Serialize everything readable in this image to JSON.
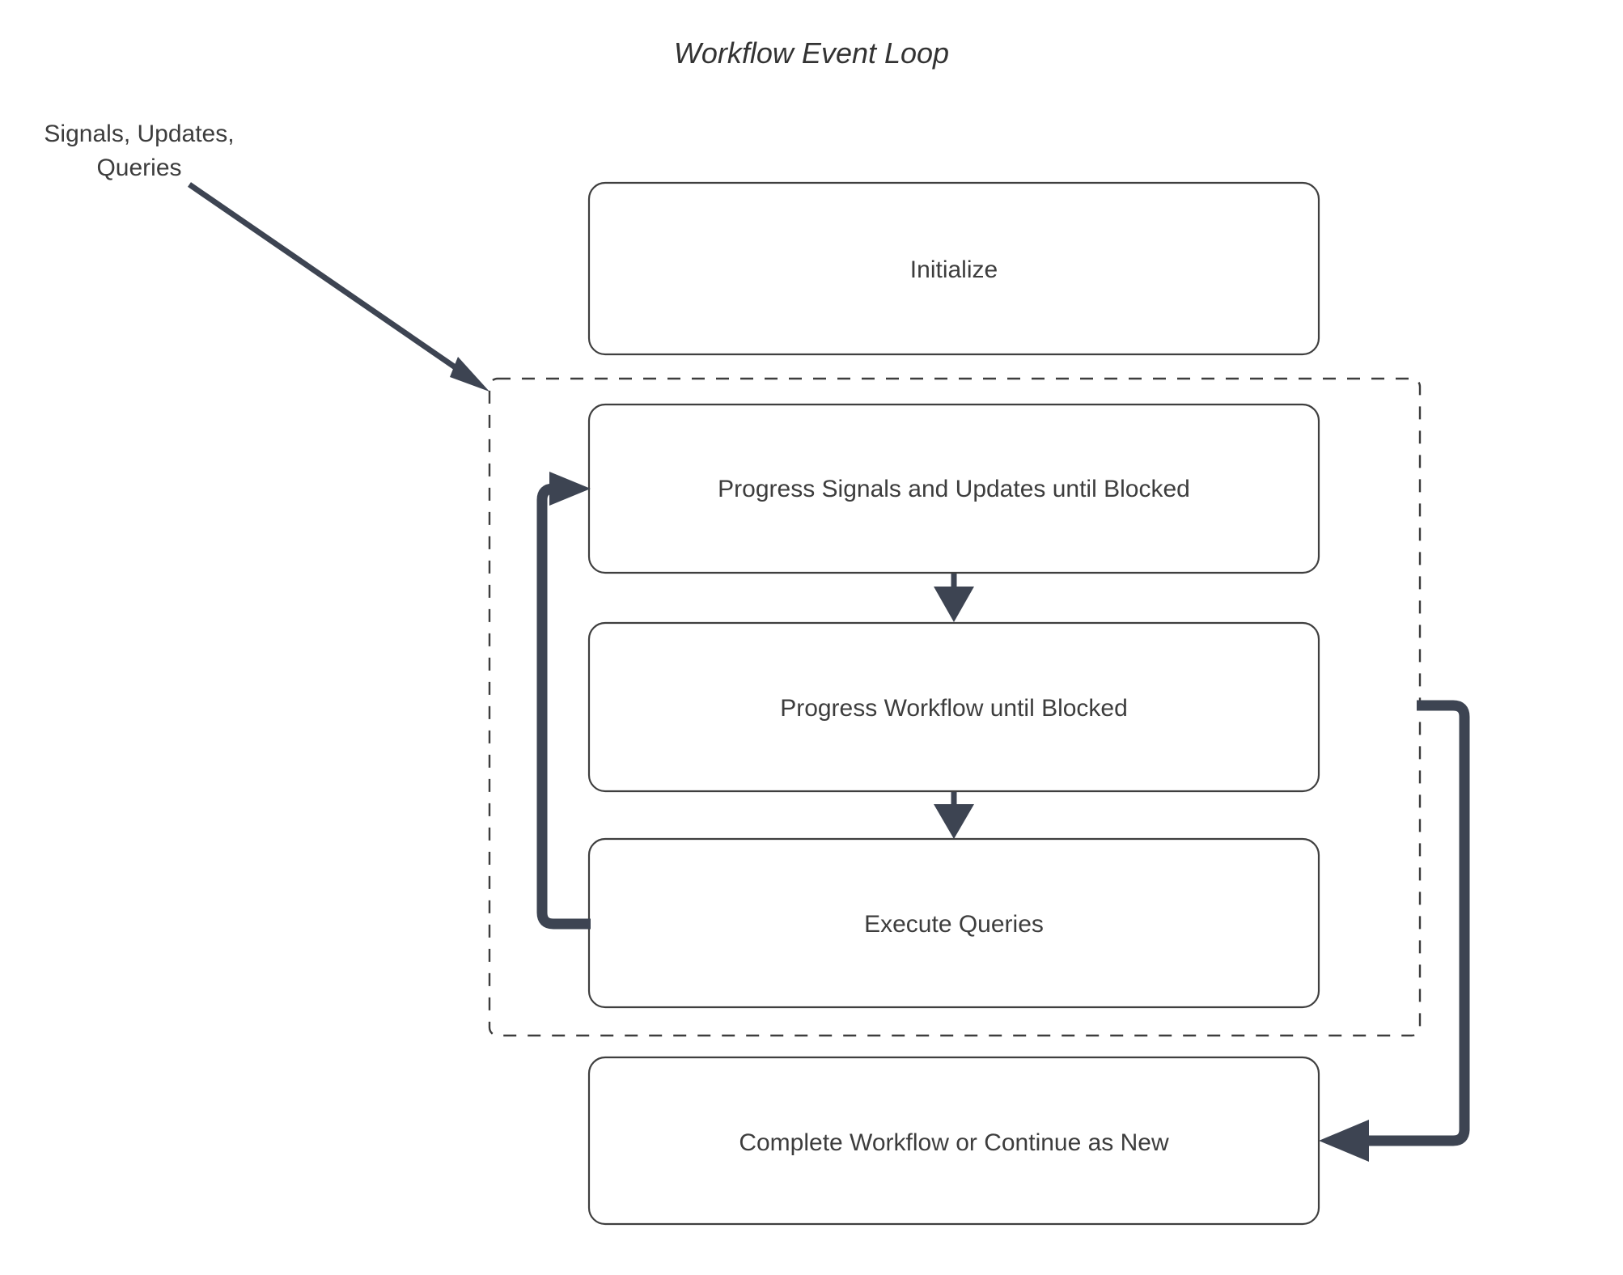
{
  "diagram": {
    "title": "Workflow Event Loop",
    "type": "flowchart",
    "background_color": "#ffffff",
    "stroke_color": "#3d4452",
    "node_border_color": "#3f3f3f",
    "text_color": "#3d3d3d",
    "nodes": [
      {
        "id": "initialize",
        "label": "Initialize"
      },
      {
        "id": "progress-signals",
        "label": "Progress Signals and Updates until Blocked"
      },
      {
        "id": "progress-workflow",
        "label": "Progress Workflow until Blocked"
      },
      {
        "id": "execute-queries",
        "label": "Execute Queries"
      },
      {
        "id": "complete-workflow",
        "label": "Complete Workflow or Continue as New"
      }
    ],
    "groups": [
      {
        "id": "event-loop-group",
        "label": "",
        "style": "dashed"
      }
    ],
    "edge_labels": [
      {
        "id": "inbound-signals",
        "line1": "Signals, Updates,",
        "line2": "Queries"
      }
    ],
    "edges": [
      {
        "from": "inbound-signals",
        "to": "event-loop-group",
        "style": "thin-diagonal"
      },
      {
        "from": "execute-queries",
        "to": "progress-signals",
        "style": "thick-loop-left"
      },
      {
        "from": "progress-signals",
        "to": "progress-workflow",
        "style": "thin-down"
      },
      {
        "from": "progress-workflow",
        "to": "execute-queries",
        "style": "thin-down"
      },
      {
        "from": "event-loop-group",
        "to": "complete-workflow",
        "style": "thick-loop-right"
      }
    ]
  }
}
